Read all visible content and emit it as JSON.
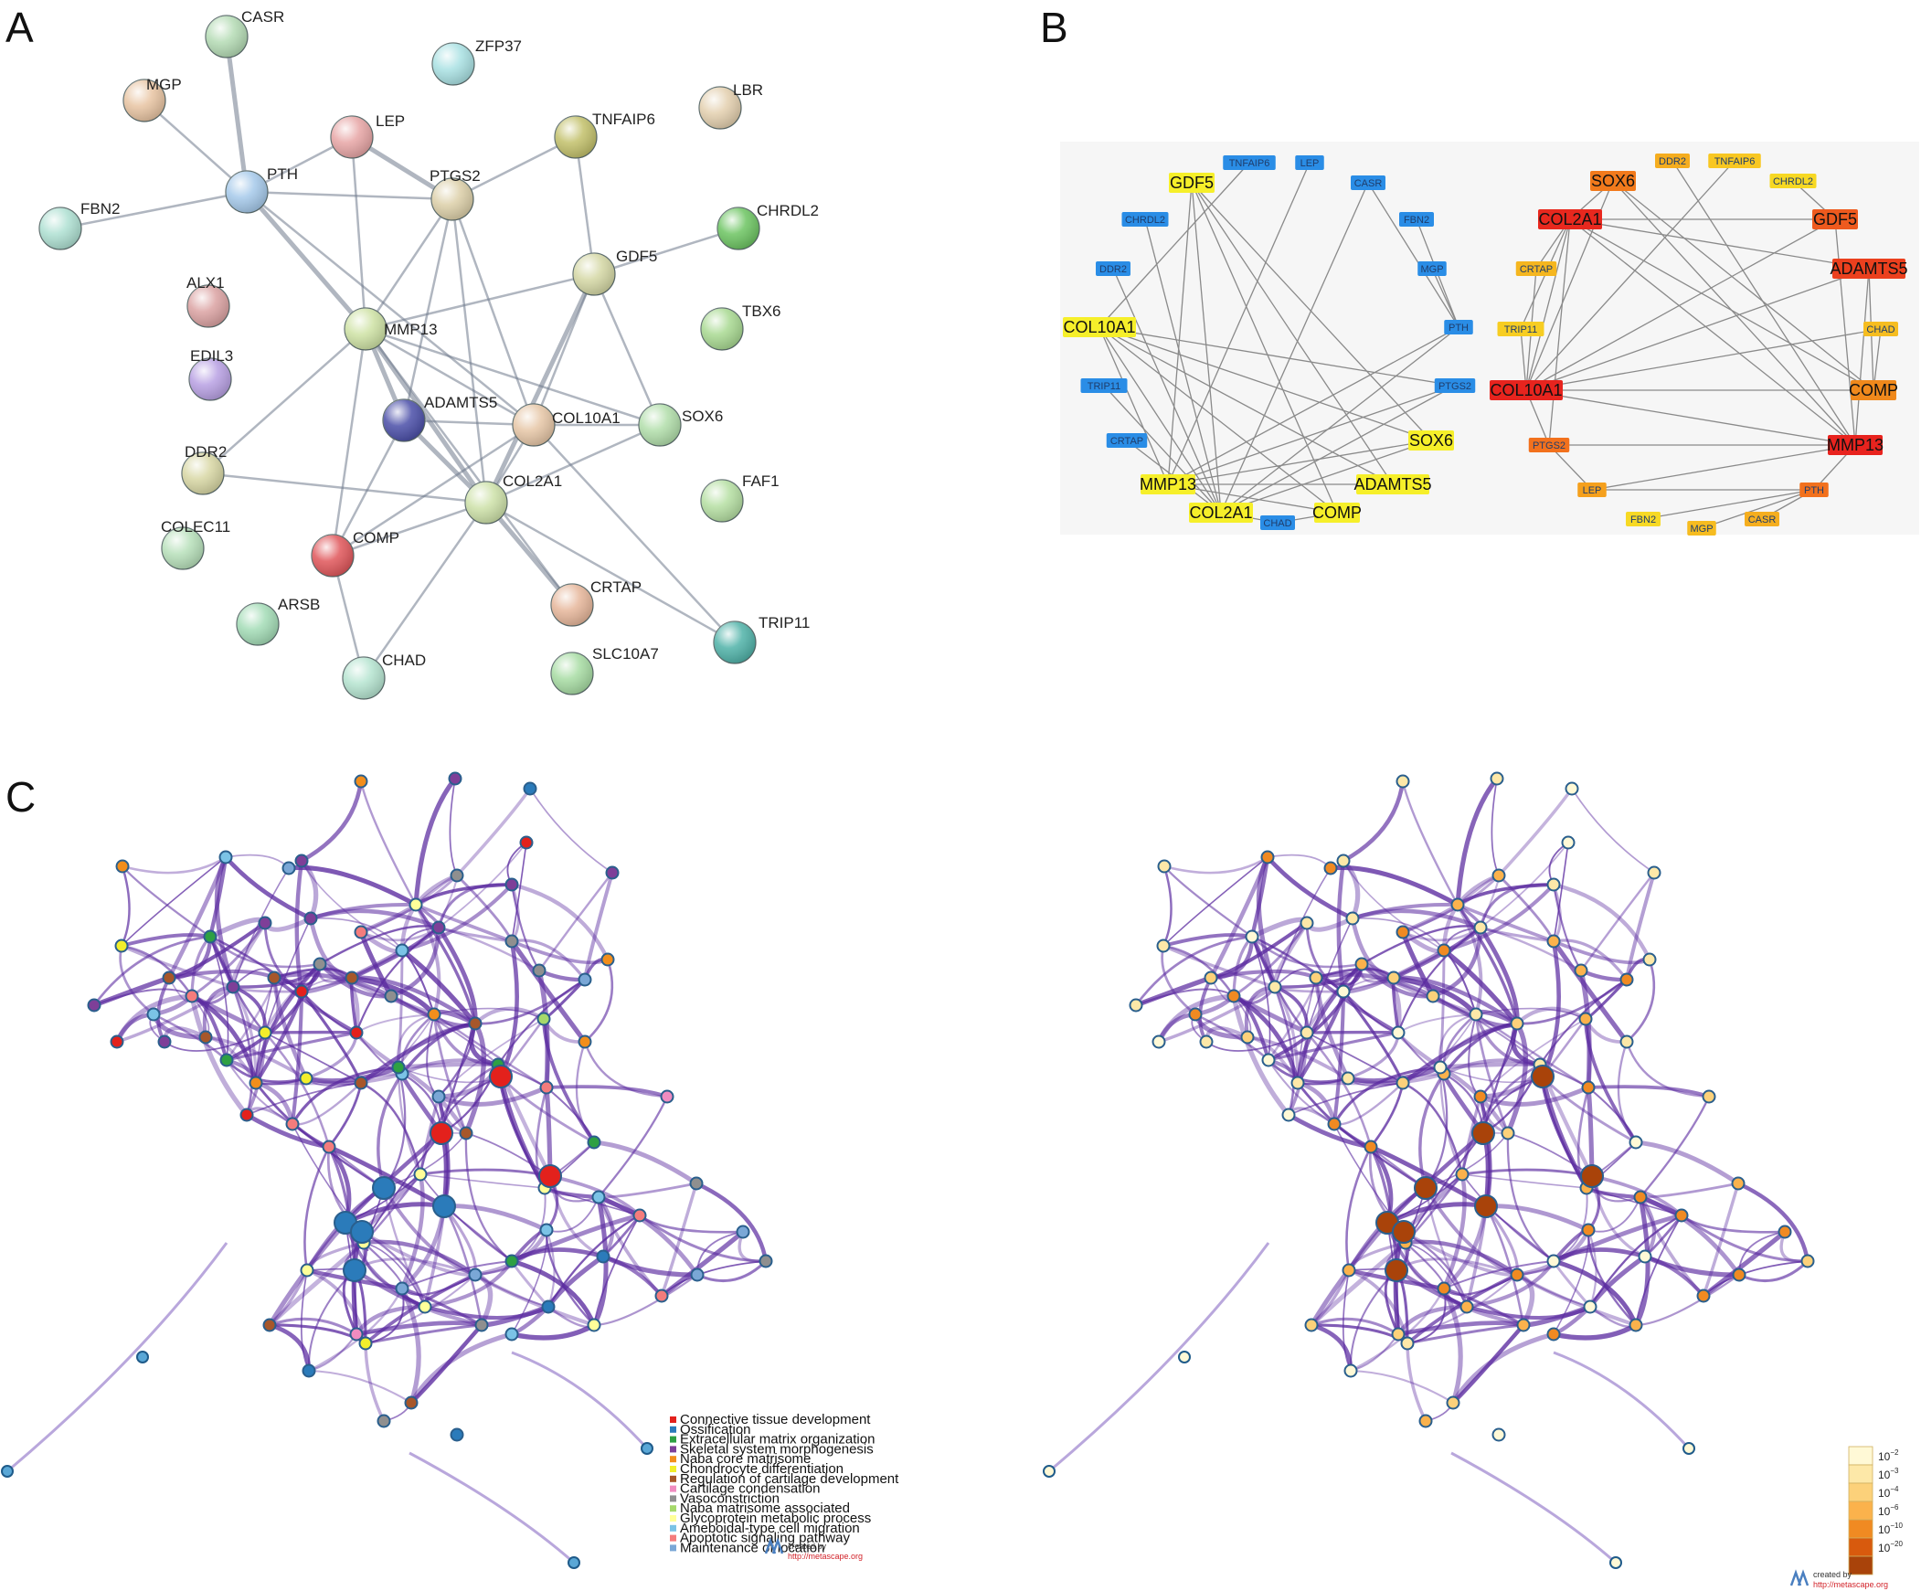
{
  "panels": {
    "a": "A",
    "b": "B",
    "c": "C"
  },
  "string_network": {
    "nodes": [
      {
        "id": "CASR",
        "color": "#b4dbb4"
      },
      {
        "id": "ZFP37",
        "color": "#a9e1e3"
      },
      {
        "id": "MGP",
        "color": "#e8c4a2"
      },
      {
        "id": "LEP",
        "color": "#e7a5a5"
      },
      {
        "id": "TNFAIP6",
        "color": "#c2c06a"
      },
      {
        "id": "LBR",
        "color": "#e3cfae"
      },
      {
        "id": "PTH",
        "color": "#a5c9ea"
      },
      {
        "id": "PTGS2",
        "color": "#dccfa8"
      },
      {
        "id": "FBN2",
        "color": "#aee0d2"
      },
      {
        "id": "CHRDL2",
        "color": "#6cc461"
      },
      {
        "id": "GDF5",
        "color": "#d4d7a4"
      },
      {
        "id": "ALX1",
        "color": "#dba2a2"
      },
      {
        "id": "TBX6",
        "color": "#a8d991"
      },
      {
        "id": "MMP13",
        "color": "#cee2a4"
      },
      {
        "id": "EDIL3",
        "color": "#b8a0e3"
      },
      {
        "id": "ADAMTS5",
        "color": "#4a4ea8"
      },
      {
        "id": "COL10A1",
        "color": "#e6c6a6"
      },
      {
        "id": "SOX6",
        "color": "#b1deaa"
      },
      {
        "id": "DDR2",
        "color": "#d8d7a4"
      },
      {
        "id": "COL2A1",
        "color": "#cde1a8"
      },
      {
        "id": "FAF1",
        "color": "#b5dfa2"
      },
      {
        "id": "COLEC11",
        "color": "#b7e0ba"
      },
      {
        "id": "COMP",
        "color": "#e0565a"
      },
      {
        "id": "CRTAP",
        "color": "#e6b69a"
      },
      {
        "id": "ARSB",
        "color": "#a3dcb6"
      },
      {
        "id": "TRIP11",
        "color": "#4fb2a8"
      },
      {
        "id": "CHAD",
        "color": "#b5e4d0"
      },
      {
        "id": "SLC10A7",
        "color": "#a7dca3"
      }
    ],
    "edges": [
      [
        "CASR",
        "PTH"
      ],
      [
        "MGP",
        "PTH"
      ],
      [
        "FBN2",
        "PTH"
      ],
      [
        "LEP",
        "PTH"
      ],
      [
        "PTH",
        "PTGS2"
      ],
      [
        "PTH",
        "MMP13"
      ],
      [
        "PTH",
        "COL10A1"
      ],
      [
        "LEP",
        "PTGS2"
      ],
      [
        "LEP",
        "MMP13"
      ],
      [
        "TNFAIP6",
        "PTGS2"
      ],
      [
        "TNFAIP6",
        "GDF5"
      ],
      [
        "PTGS2",
        "MMP13"
      ],
      [
        "PTGS2",
        "COL10A1"
      ],
      [
        "PTGS2",
        "ADAMTS5"
      ],
      [
        "PTGS2",
        "COL2A1"
      ],
      [
        "GDF5",
        "CHRDL2"
      ],
      [
        "GDF5",
        "MMP13"
      ],
      [
        "GDF5",
        "COL10A1"
      ],
      [
        "GDF5",
        "COL2A1"
      ],
      [
        "GDF5",
        "SOX6"
      ],
      [
        "MMP13",
        "ADAMTS5"
      ],
      [
        "MMP13",
        "COL10A1"
      ],
      [
        "MMP13",
        "COL2A1"
      ],
      [
        "MMP13",
        "DDR2"
      ],
      [
        "MMP13",
        "COMP"
      ],
      [
        "MMP13",
        "CRTAP"
      ],
      [
        "MMP13",
        "SOX6"
      ],
      [
        "ADAMTS5",
        "COL10A1"
      ],
      [
        "ADAMTS5",
        "COL2A1"
      ],
      [
        "ADAMTS5",
        "COMP"
      ],
      [
        "COL10A1",
        "SOX6"
      ],
      [
        "COL10A1",
        "COL2A1"
      ],
      [
        "COL10A1",
        "COMP"
      ],
      [
        "COL10A1",
        "TRIP11"
      ],
      [
        "SOX6",
        "COL2A1"
      ],
      [
        "DDR2",
        "COL2A1"
      ],
      [
        "COL2A1",
        "COMP"
      ],
      [
        "COL2A1",
        "CRTAP"
      ],
      [
        "COL2A1",
        "TRIP11"
      ],
      [
        "COMP",
        "CHAD"
      ],
      [
        "COL2A1",
        "CHAD"
      ]
    ]
  },
  "network_b_left": {
    "nodes": [
      {
        "id": "TNFAIP6",
        "hub": false
      },
      {
        "id": "LEP",
        "hub": false
      },
      {
        "id": "CASR",
        "hub": false
      },
      {
        "id": "GDF5",
        "hub": true
      },
      {
        "id": "FBN2",
        "hub": false
      },
      {
        "id": "CHRDL2",
        "hub": false
      },
      {
        "id": "DDR2",
        "hub": false
      },
      {
        "id": "MGP",
        "hub": false
      },
      {
        "id": "PTH",
        "hub": false
      },
      {
        "id": "COL10A1",
        "hub": true
      },
      {
        "id": "TRIP11",
        "hub": false
      },
      {
        "id": "PTGS2",
        "hub": false
      },
      {
        "id": "CRTAP",
        "hub": false
      },
      {
        "id": "SOX6",
        "hub": true
      },
      {
        "id": "MMP13",
        "hub": true
      },
      {
        "id": "ADAMTS5",
        "hub": true
      },
      {
        "id": "COL2A1",
        "hub": true
      },
      {
        "id": "COMP",
        "hub": true
      },
      {
        "id": "CHAD",
        "hub": false
      }
    ],
    "edges": [
      [
        "GDF5",
        "MMP13"
      ],
      [
        "GDF5",
        "COL2A1"
      ],
      [
        "GDF5",
        "SOX6"
      ],
      [
        "GDF5",
        "ADAMTS5"
      ],
      [
        "GDF5",
        "COMP"
      ],
      [
        "TNFAIP6",
        "COL10A1"
      ],
      [
        "LEP",
        "MMP13"
      ],
      [
        "CASR",
        "PTH"
      ],
      [
        "FBN2",
        "PTH"
      ],
      [
        "MGP",
        "PTH"
      ],
      [
        "PTH",
        "MMP13"
      ],
      [
        "PTH",
        "COL2A1"
      ],
      [
        "PTGS2",
        "MMP13"
      ],
      [
        "PTGS2",
        "COL2A1"
      ],
      [
        "PTGS2",
        "COL10A1"
      ],
      [
        "DDR2",
        "COL2A1"
      ],
      [
        "CHRDL2",
        "COL2A1"
      ],
      [
        "COL10A1",
        "SOX6"
      ],
      [
        "COL10A1",
        "ADAMTS5"
      ],
      [
        "COL10A1",
        "COMP"
      ],
      [
        "COL10A1",
        "COL2A1"
      ],
      [
        "COL10A1",
        "MMP13"
      ],
      [
        "TRIP11",
        "COL2A1"
      ],
      [
        "CRTAP",
        "COL2A1"
      ],
      [
        "SOX6",
        "MMP13"
      ],
      [
        "SOX6",
        "COL2A1"
      ],
      [
        "ADAMTS5",
        "MMP13"
      ],
      [
        "COMP",
        "MMP13"
      ],
      [
        "CHAD",
        "COMP"
      ],
      [
        "CHAD",
        "COL2A1"
      ],
      [
        "CASR",
        "COL2A1"
      ]
    ]
  },
  "network_b_right": {
    "nodes": [
      {
        "id": "DDR2",
        "color": "#f5ad1f"
      },
      {
        "id": "TNFAIP6",
        "color": "#f8c722"
      },
      {
        "id": "SOX6",
        "color": "#f27a1c"
      },
      {
        "id": "CHRDL2",
        "color": "#f7d823"
      },
      {
        "id": "COL2A1",
        "color": "#e8281e"
      },
      {
        "id": "GDF5",
        "color": "#ee5a1e"
      },
      {
        "id": "ADAMTS5",
        "color": "#eb401e"
      },
      {
        "id": "CRTAP",
        "color": "#f5b61f"
      },
      {
        "id": "CHAD",
        "color": "#f6bd20"
      },
      {
        "id": "TRIP11",
        "color": "#f7cd22"
      },
      {
        "id": "COL10A1",
        "color": "#e7241e"
      },
      {
        "id": "COMP",
        "color": "#f0891c"
      },
      {
        "id": "PTGS2",
        "color": "#f2711d"
      },
      {
        "id": "MMP13",
        "color": "#e8231e"
      },
      {
        "id": "LEP",
        "color": "#f5a01d"
      },
      {
        "id": "PTH",
        "color": "#f2711d"
      },
      {
        "id": "FBN2",
        "color": "#f7d924"
      },
      {
        "id": "MGP",
        "color": "#f6bc20"
      },
      {
        "id": "CASR",
        "color": "#f5ae1f"
      }
    ],
    "edges": [
      [
        "SOX6",
        "COL2A1"
      ],
      [
        "SOX6",
        "MMP13"
      ],
      [
        "SOX6",
        "COMP"
      ],
      [
        "SOX6",
        "COL10A1"
      ],
      [
        "DDR2",
        "MMP13"
      ],
      [
        "TNFAIP6",
        "COL10A1"
      ],
      [
        "CHRDL2",
        "GDF5"
      ],
      [
        "COL2A1",
        "GDF5"
      ],
      [
        "COL2A1",
        "ADAMTS5"
      ],
      [
        "COL2A1",
        "MMP13"
      ],
      [
        "COL2A1",
        "COMP"
      ],
      [
        "COL2A1",
        "COL10A1"
      ],
      [
        "COL2A1",
        "CRTAP"
      ],
      [
        "COL2A1",
        "TRIP11"
      ],
      [
        "COL2A1",
        "PTGS2"
      ],
      [
        "GDF5",
        "COL10A1"
      ],
      [
        "GDF5",
        "MMP13"
      ],
      [
        "ADAMTS5",
        "COL10A1"
      ],
      [
        "ADAMTS5",
        "MMP13"
      ],
      [
        "ADAMTS5",
        "COMP"
      ],
      [
        "COL10A1",
        "COMP"
      ],
      [
        "COL10A1",
        "MMP13"
      ],
      [
        "COL10A1",
        "CHAD"
      ],
      [
        "PTGS2",
        "MMP13"
      ],
      [
        "PTGS2",
        "COL10A1"
      ],
      [
        "LEP",
        "PTH"
      ],
      [
        "LEP",
        "MMP13"
      ],
      [
        "PTH",
        "MMP13"
      ],
      [
        "PTH",
        "MGP"
      ],
      [
        "PTH",
        "CASR"
      ],
      [
        "PTH",
        "FBN2"
      ],
      [
        "CHAD",
        "COMP"
      ],
      [
        "TRIP11",
        "COL10A1"
      ],
      [
        "CRTAP",
        "COL10A1"
      ],
      [
        "PTGS2",
        "LEP"
      ]
    ]
  },
  "legend": {
    "items": [
      {
        "label": "Connective tissue development",
        "color": "#e3211c"
      },
      {
        "label": "Ossification",
        "color": "#2b7bba"
      },
      {
        "label": "Extracellular matrix organization",
        "color": "#2ea043"
      },
      {
        "label": "Skeletal system morphogenesis",
        "color": "#7e3f98"
      },
      {
        "label": "Naba core matrisome",
        "color": "#f28e1c"
      },
      {
        "label": "Chondrocyte differentiation",
        "color": "#f2ee2b"
      },
      {
        "label": "Regulation of cartilage development",
        "color": "#a7572a"
      },
      {
        "label": "Cartilage condensation",
        "color": "#f08cc0"
      },
      {
        "label": "Vasoconstriction",
        "color": "#8f8f8f"
      },
      {
        "label": "Naba matrisome associated",
        "color": "#a6d96a"
      },
      {
        "label": "Glycoprotein metabolic process",
        "color": "#ffff99"
      },
      {
        "label": "Ameboidal-type cell migration",
        "color": "#7bc3e6"
      },
      {
        "label": "Apoptotic signaling pathway",
        "color": "#f47c7c"
      },
      {
        "label": "Maintenance of location",
        "color": "#7aa7d6"
      }
    ]
  },
  "pvalue_scale": {
    "levels": [
      {
        "base": "10",
        "exp": "−2",
        "color": "#fff9d6"
      },
      {
        "base": "10",
        "exp": "−3",
        "color": "#fde8a8"
      },
      {
        "base": "10",
        "exp": "−4",
        "color": "#fcd17a"
      },
      {
        "base": "10",
        "exp": "−6",
        "color": "#fbb24c"
      },
      {
        "base": "10",
        "exp": "−10",
        "color": "#f08a22"
      },
      {
        "base": "10",
        "exp": "−20",
        "color": "#d85a0d"
      },
      {
        "base": "",
        "exp": "",
        "color": "#a9430a"
      }
    ]
  },
  "credits": {
    "line1": "created by",
    "line2": "http://metascape.org"
  }
}
